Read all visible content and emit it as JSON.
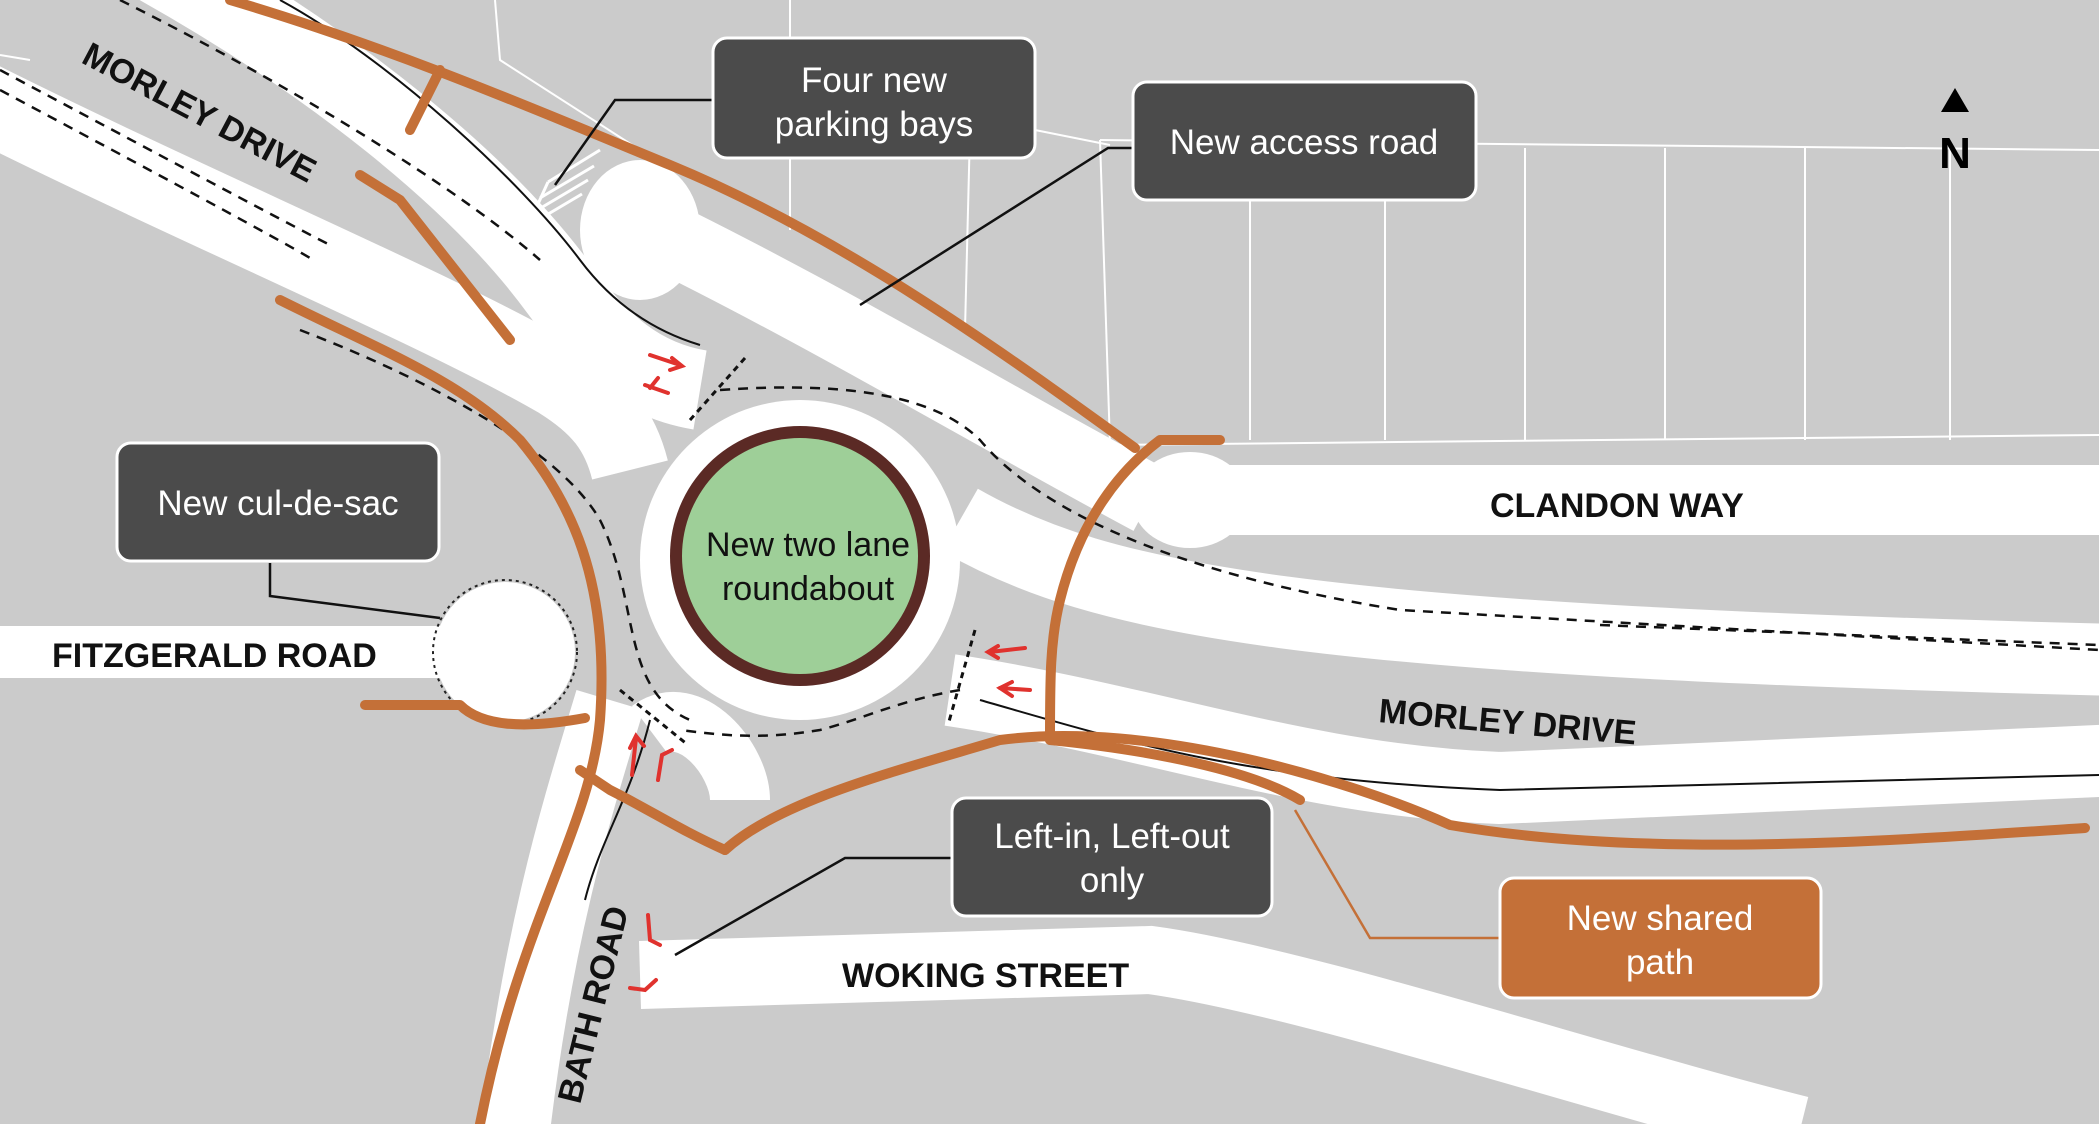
{
  "colors": {
    "background": "#cbcbcb",
    "road": "#ffffff",
    "shared_path": "#c47038",
    "callout_dark": "#4b4b4b",
    "callout_path": "#c47038",
    "roundabout_fill": "#9ecf98",
    "roundabout_ring": "#5b2a25",
    "arrow": "#e0322e"
  },
  "north": {
    "label": "N"
  },
  "roads": {
    "morley_drive_nw": "MORLEY DRIVE",
    "morley_drive_e": "MORLEY DRIVE",
    "clandon_way": "CLANDON WAY",
    "fitzgerald_road": "FITZGERALD ROAD",
    "woking_street": "WOKING STREET",
    "bath_road": "BATH ROAD"
  },
  "roundabout": {
    "line1": "New two lane",
    "line2": "roundabout"
  },
  "callouts": {
    "parking": {
      "line1": "Four new",
      "line2": "parking bays"
    },
    "access_road": {
      "line1": "New access road"
    },
    "cul_de_sac": {
      "line1": "New cul-de-sac"
    },
    "left_in_out": {
      "line1": "Left-in, Left-out",
      "line2": "only"
    },
    "shared_path": {
      "line1": "New shared",
      "line2": "path"
    }
  }
}
